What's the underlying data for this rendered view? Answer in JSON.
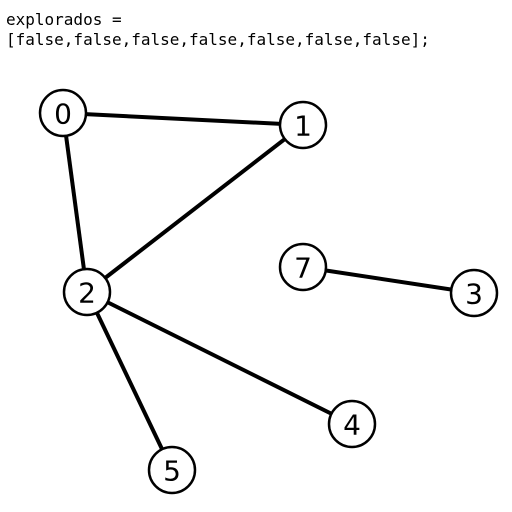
{
  "code": {
    "line1": "explorados =",
    "line2": "[false,false,false,false,false,false,false];"
  },
  "graph": {
    "line_color": "#000000",
    "node_fill": "#ffffff",
    "nodes": [
      {
        "id": "0",
        "label": "0"
      },
      {
        "id": "1",
        "label": "1"
      },
      {
        "id": "2",
        "label": "2"
      },
      {
        "id": "3",
        "label": "3"
      },
      {
        "id": "4",
        "label": "4"
      },
      {
        "id": "5",
        "label": "5"
      },
      {
        "id": "7",
        "label": "7"
      }
    ],
    "edges": [
      {
        "from": "0",
        "to": "1"
      },
      {
        "from": "0",
        "to": "2"
      },
      {
        "from": "1",
        "to": "2"
      },
      {
        "from": "2",
        "to": "4"
      },
      {
        "from": "2",
        "to": "5"
      },
      {
        "from": "7",
        "to": "3"
      }
    ]
  }
}
